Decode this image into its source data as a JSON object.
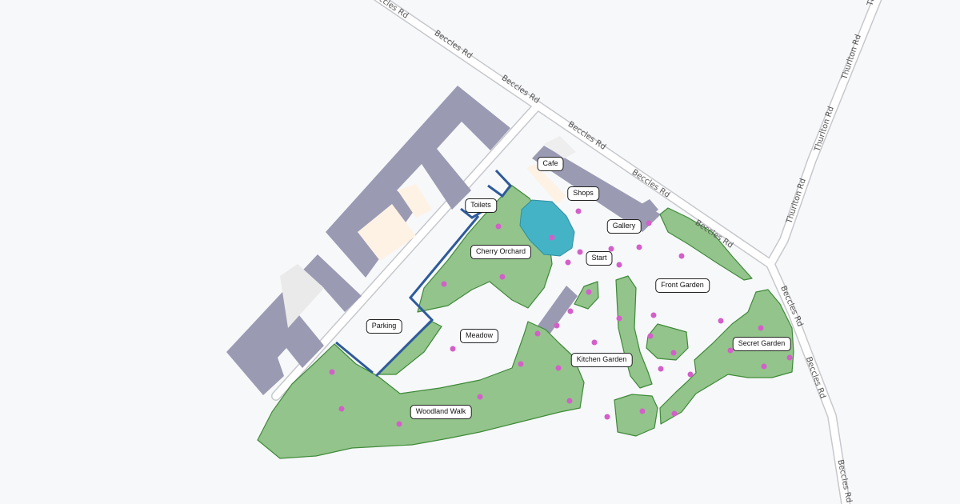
{
  "colors": {
    "background": "#f7f8fa",
    "road_fill": "#ffffff",
    "road_casing": "#c6c8cc",
    "building": "#9a9ab3",
    "garden": "#93c48b",
    "garden_outline": "#3f8a3a",
    "pond": "#45b3c6",
    "poi": "#d35fc9",
    "boundary": "#2e5a9a"
  },
  "roads": [
    {
      "name": "Beccles Rd",
      "labels": [
        "Beccles Rd",
        "Beccles Rd",
        "Beccles Rd",
        "Beccles Rd",
        "Beccles Rd",
        "Beccles Rd",
        "Beccles Rd",
        "Beccles Rd"
      ]
    },
    {
      "name": "Thurlton Rd",
      "labels": [
        "Thurlton Rd",
        "Thurlton Rd",
        "Thurlton Rd",
        "Th"
      ]
    }
  ],
  "areas": {
    "cafe": "Cafe",
    "shops": "Shops",
    "toilets": "Toilets",
    "gallery": "Gallery",
    "cherry_orchard": "Cherry Orchard",
    "start": "Start",
    "front_garden": "Front Garden",
    "parking": "Parking",
    "meadow": "Meadow",
    "kitchen_garden": "Kitchen Garden",
    "secret_garden": "Secret Garden",
    "woodland_walk": "Woodland Walk"
  }
}
